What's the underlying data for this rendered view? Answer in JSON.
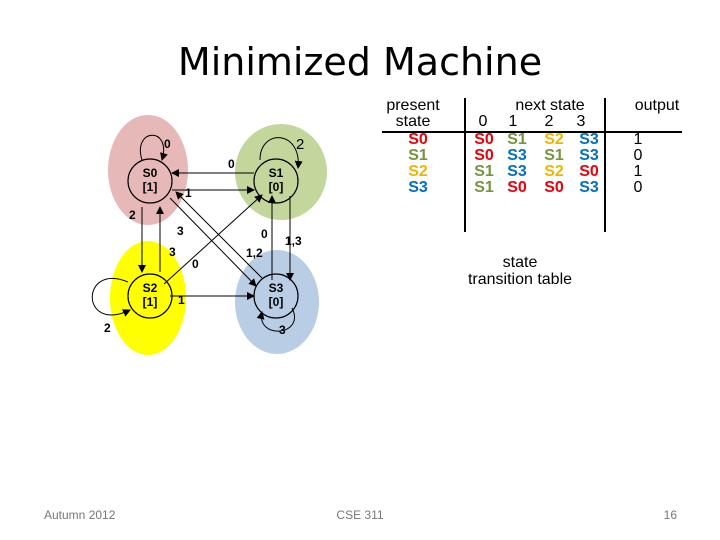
{
  "slide": {
    "title": "Minimized Machine",
    "footer_left": "Autumn 2012",
    "footer_center": "CSE 311",
    "page_number": "16"
  },
  "colors": {
    "red": "#e8000b",
    "green": "#77933c",
    "yellow": "#f0b400",
    "blue": "#0070c0",
    "s0_fill": "#e6b9b8",
    "s1_fill": "#c3d69b",
    "s2_fill": "#ffff00",
    "s3_fill": "#b9cde5"
  },
  "diagram": {
    "states": [
      {
        "name": "S0",
        "output": "[1]"
      },
      {
        "name": "S1",
        "output": "[0]"
      },
      {
        "name": "S2",
        "output": "[1]"
      },
      {
        "name": "S3",
        "output": "[0]"
      }
    ],
    "edge_labels": {
      "s0_self": "0",
      "s1_self": "2",
      "s2_self": "2",
      "s3_self": "3",
      "s1_to_s0": "0",
      "s0_to_s1": "1",
      "s0_to_s2": "2",
      "s2_to_s0": "3",
      "s0_to_s3": "3",
      "s2_to_s1": "0",
      "s1_to_s3": "1,3",
      "s3_to_s1": "0",
      "s3_to_s0": "1,2",
      "s2_to_s3": "1"
    }
  },
  "table": {
    "header_present_1": "present",
    "header_present_2": "state",
    "header_next": "next state",
    "header_output": "output",
    "inputs": [
      "0",
      "1",
      "2",
      "3"
    ],
    "rows": [
      {
        "state": "S0",
        "next": [
          "S0",
          "S1",
          "S2",
          "S3"
        ],
        "output": "1"
      },
      {
        "state": "S1",
        "next": [
          "S0",
          "S3",
          "S1",
          "S3"
        ],
        "output": "0"
      },
      {
        "state": "S2",
        "next": [
          "S1",
          "S3",
          "S2",
          "S0"
        ],
        "output": "1"
      },
      {
        "state": "S3",
        "next": [
          "S1",
          "S0",
          "S0",
          "S3"
        ],
        "output": "0"
      }
    ],
    "caption_1": "state",
    "caption_2": "transition table"
  }
}
